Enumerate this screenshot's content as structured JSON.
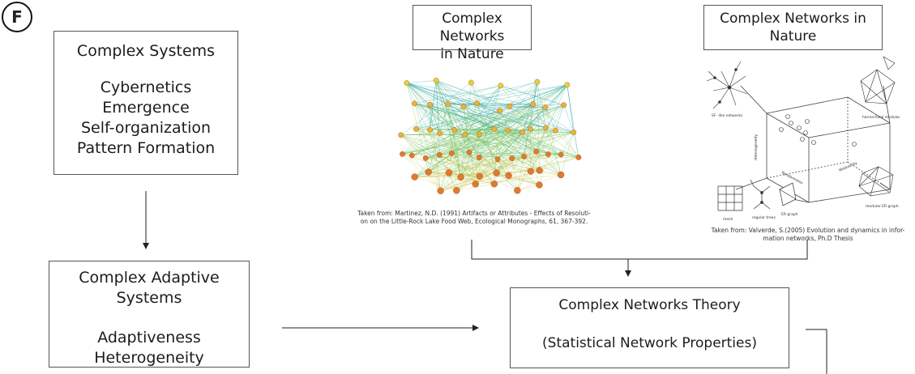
{
  "panel_label": "F",
  "complex_systems": {
    "title": "Complex Systems",
    "items": [
      "Cybernetics",
      "Emergence",
      "Self-organization",
      "Pattern Formation"
    ]
  },
  "networks_nature_1": {
    "title_line1": "Complex Networks",
    "title_line2": "in Nature",
    "caption_line1": "Taken from: Martinez, N.D. (1991) Artifacts or Attributes - Effects of Resoluti-",
    "caption_line2": "on on the Little-Rock Lake Food Web, Ecological Monographs, 61, 367-392."
  },
  "networks_nature_2": {
    "title_line1": "Complex Networks in",
    "title_line2": "Nature",
    "caption_line1": "Taken from: Valverde, S.(2005) Evolution and dynamics in infor-",
    "caption_line2": "mation networks, Ph.D Thesis",
    "figure_labels": {
      "sf": "SF- like networks",
      "hier": "hierarchical modular",
      "mesh": "mesh",
      "regular": "regular trees",
      "er": "ER graph",
      "modular_er": "modular ER graph",
      "heterogeneity": "Heterogeneity",
      "randomness": "Randomness",
      "modularity": "Modularity"
    }
  },
  "complex_adaptive": {
    "title": "Complex Adaptive Systems",
    "items": [
      "Adaptiveness",
      "Heterogeneity"
    ]
  },
  "networks_theory": {
    "title": "Complex Networks Theory",
    "subtitle": "(Statistical Network Properties)"
  }
}
